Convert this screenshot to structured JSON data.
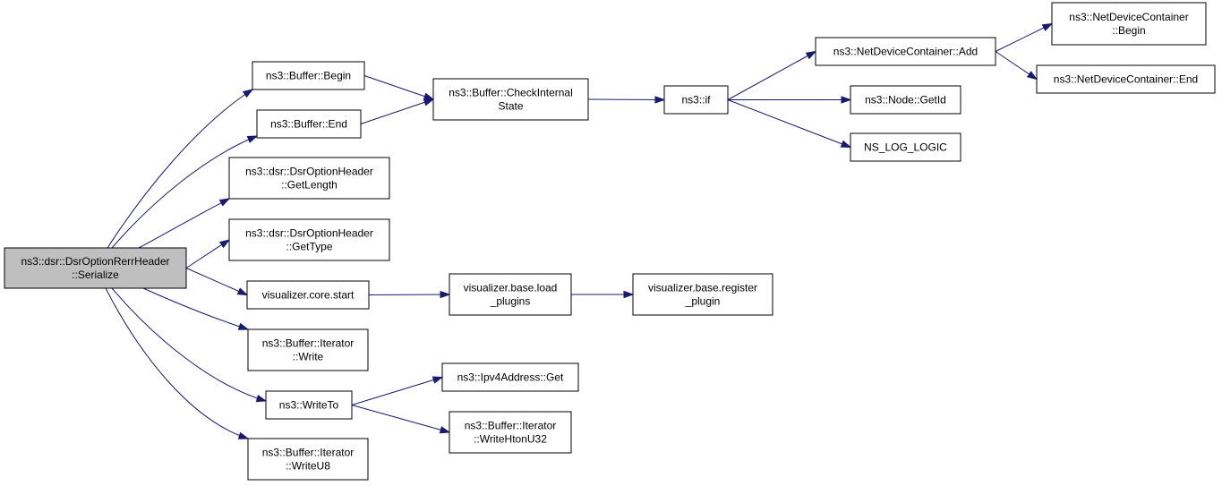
{
  "graph": {
    "edge_color": "#191970",
    "root_fill": "#bfbfbf",
    "nodes": [
      {
        "id": "root",
        "label": [
          "ns3::dsr::DsrOptionRerrHeader",
          "::Serialize"
        ],
        "root": true
      },
      {
        "id": "buf_begin",
        "label": [
          "ns3::Buffer::Begin"
        ]
      },
      {
        "id": "buf_end",
        "label": [
          "ns3::Buffer::End"
        ]
      },
      {
        "id": "getlength",
        "label": [
          "ns3::dsr::DsrOptionHeader",
          "::GetLength"
        ]
      },
      {
        "id": "gettype",
        "label": [
          "ns3::dsr::DsrOptionHeader",
          "::GetType"
        ]
      },
      {
        "id": "viz_start",
        "label": [
          "visualizer.core.start"
        ]
      },
      {
        "id": "iter_write",
        "label": [
          "ns3::Buffer::Iterator",
          "::Write"
        ]
      },
      {
        "id": "writeto",
        "label": [
          "ns3::WriteTo"
        ]
      },
      {
        "id": "iter_writeu8",
        "label": [
          "ns3::Buffer::Iterator",
          "::WriteU8"
        ]
      },
      {
        "id": "checkinternal",
        "label": [
          "ns3::Buffer::CheckInternal",
          "State"
        ]
      },
      {
        "id": "if",
        "label": [
          "ns3::if"
        ]
      },
      {
        "id": "ndc_add",
        "label": [
          "ns3::NetDeviceContainer::Add"
        ]
      },
      {
        "id": "ndc_begin",
        "label": [
          "ns3::NetDeviceContainer",
          "::Begin"
        ]
      },
      {
        "id": "ndc_end",
        "label": [
          "ns3::NetDeviceContainer::End"
        ]
      },
      {
        "id": "node_getid",
        "label": [
          "ns3::Node::GetId"
        ]
      },
      {
        "id": "ns_log_logic",
        "label": [
          "NS_LOG_LOGIC"
        ]
      },
      {
        "id": "load_plugins",
        "label": [
          "visualizer.base.load",
          "_plugins"
        ]
      },
      {
        "id": "register_plugin",
        "label": [
          "visualizer.base.register",
          "_plugin"
        ]
      },
      {
        "id": "ipv4_get",
        "label": [
          "ns3::Ipv4Address::Get"
        ]
      },
      {
        "id": "writehtonu32",
        "label": [
          "ns3::Buffer::Iterator",
          "::WriteHtonU32"
        ]
      }
    ],
    "edges": [
      {
        "from": "root",
        "to": "buf_begin"
      },
      {
        "from": "root",
        "to": "buf_end"
      },
      {
        "from": "root",
        "to": "getlength"
      },
      {
        "from": "root",
        "to": "gettype"
      },
      {
        "from": "root",
        "to": "viz_start"
      },
      {
        "from": "root",
        "to": "iter_write"
      },
      {
        "from": "root",
        "to": "writeto"
      },
      {
        "from": "root",
        "to": "iter_writeu8"
      },
      {
        "from": "buf_begin",
        "to": "checkinternal"
      },
      {
        "from": "buf_end",
        "to": "checkinternal"
      },
      {
        "from": "checkinternal",
        "to": "if"
      },
      {
        "from": "if",
        "to": "ndc_add"
      },
      {
        "from": "if",
        "to": "node_getid"
      },
      {
        "from": "if",
        "to": "ns_log_logic"
      },
      {
        "from": "ndc_add",
        "to": "ndc_begin"
      },
      {
        "from": "ndc_add",
        "to": "ndc_end"
      },
      {
        "from": "viz_start",
        "to": "load_plugins"
      },
      {
        "from": "load_plugins",
        "to": "register_plugin"
      },
      {
        "from": "writeto",
        "to": "ipv4_get"
      },
      {
        "from": "writeto",
        "to": "writehtonu32"
      }
    ]
  }
}
